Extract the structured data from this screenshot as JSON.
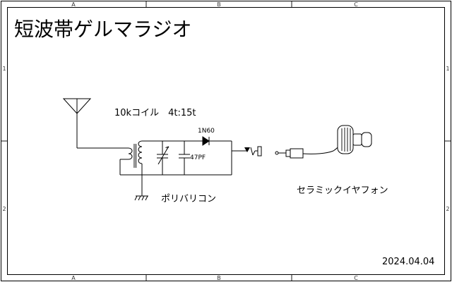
{
  "title": "短波帯ゲルマラジオ",
  "date": "2024.04.04",
  "labels": {
    "coil": "10kコイル　4t:15t",
    "diode": "1N60",
    "capacitor": "47PF",
    "varicon": "ポリバリコン",
    "earphone": "セラミックイヤフォン"
  },
  "frame": {
    "columns": [
      "A",
      "B",
      "C"
    ],
    "rows": [
      "1",
      "2"
    ]
  }
}
